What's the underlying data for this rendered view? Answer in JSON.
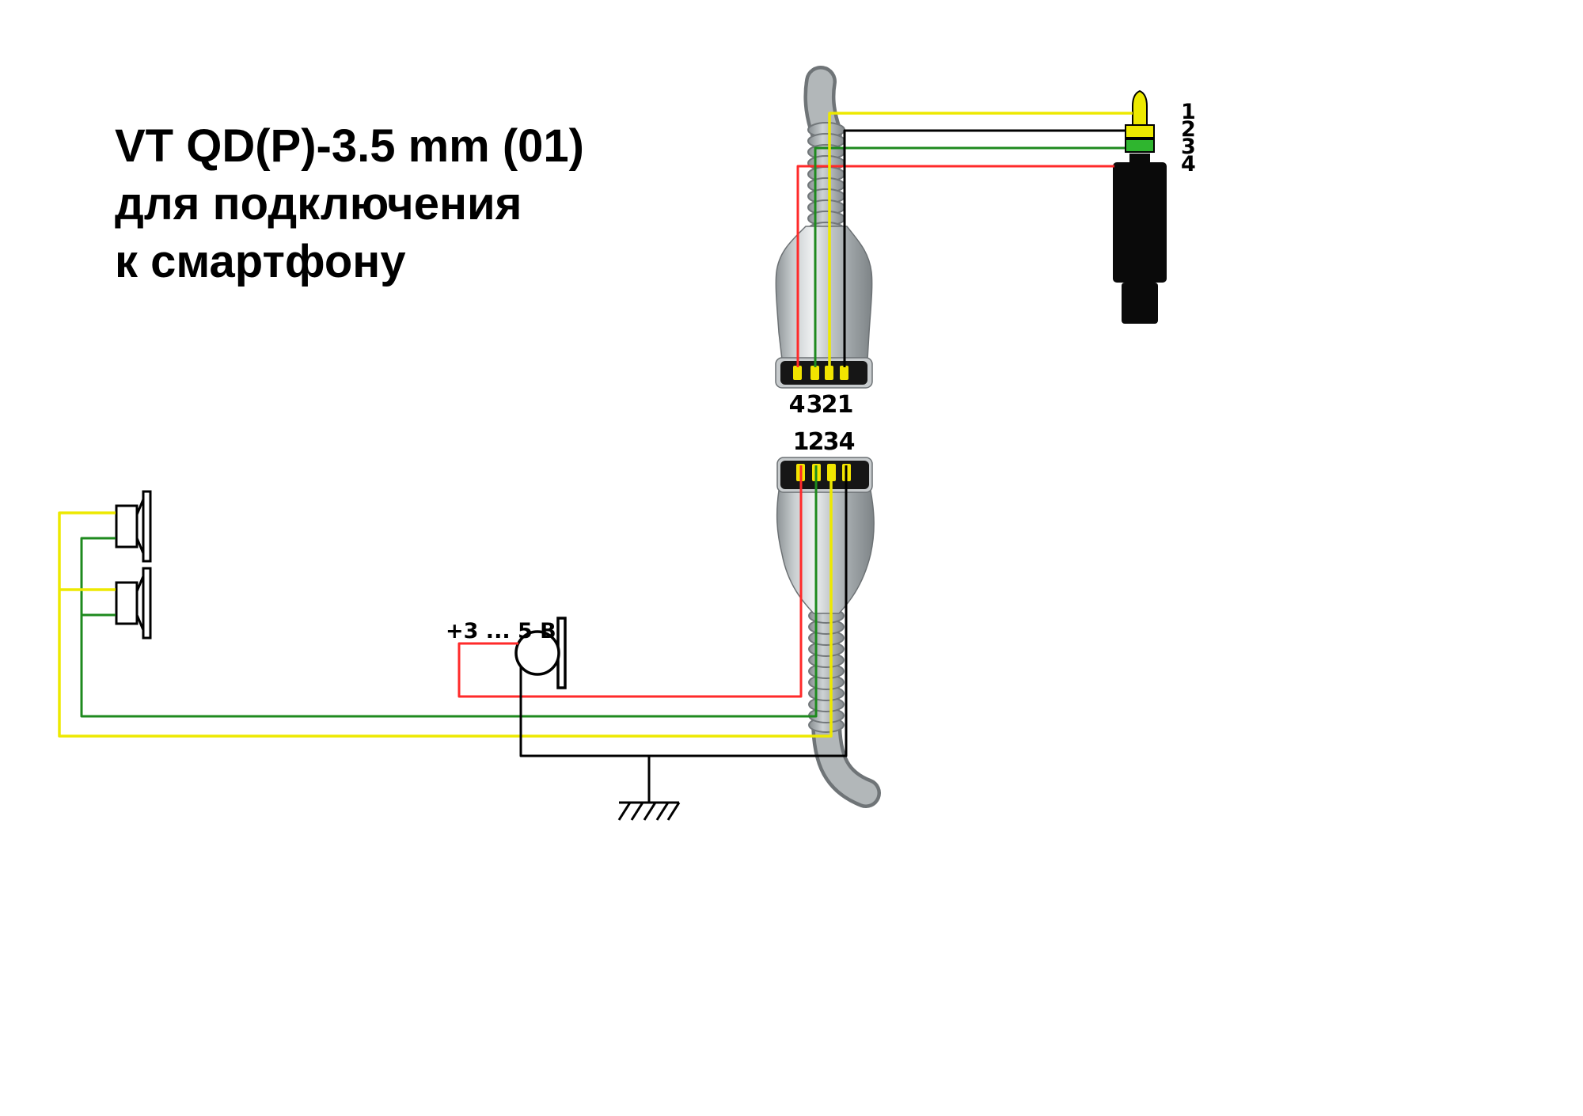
{
  "title": {
    "line1": "VT QD(P)-3.5 mm (01)",
    "line2": "для подключения",
    "line3": "к смартфону"
  },
  "upper_connector": {
    "pin_labels": [
      "4",
      "3",
      "2",
      "1"
    ]
  },
  "lower_connector": {
    "pin_labels": [
      "1",
      "2",
      "3",
      "4"
    ]
  },
  "jack": {
    "pin_labels": [
      "1",
      "2",
      "3",
      "4"
    ]
  },
  "microphone": {
    "voltage_label": "+3 ... 5 В"
  },
  "colors": {
    "wire_yellow": "#ede900",
    "wire_green": "#1e8a1e",
    "wire_red": "#ff2a2a",
    "wire_black": "#000000",
    "contact_yellow": "#f2e400",
    "jack_tip_yellow": "#ede900",
    "jack_band_green": "#2fb52f"
  }
}
